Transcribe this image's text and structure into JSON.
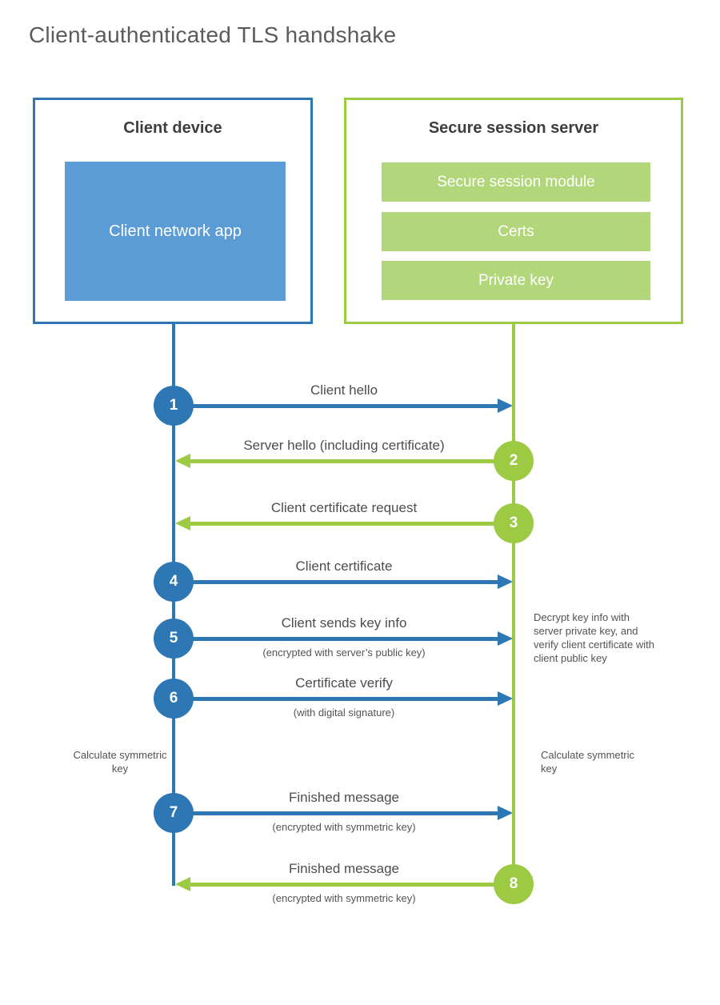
{
  "title": "Client-authenticated TLS handshake",
  "colors": {
    "blue": "#2e77b5",
    "blue_light": "#5b9cd6",
    "green": "#9cca42",
    "green_light": "#b2d67a",
    "heading_text": "#3d3e40",
    "label_text": "#4c4d4f"
  },
  "client": {
    "title": "Client device",
    "app": "Client network app"
  },
  "server": {
    "title": "Secure session server",
    "modules": [
      "Secure session module",
      "Certs",
      "Private key"
    ]
  },
  "messages": [
    {
      "num": "1",
      "from": "client",
      "to": "server",
      "label": "Client hello",
      "sub": ""
    },
    {
      "num": "2",
      "from": "server",
      "to": "client",
      "label": "Server hello (including certificate)",
      "sub": ""
    },
    {
      "num": "3",
      "from": "server",
      "to": "client",
      "label": "Client certificate request",
      "sub": ""
    },
    {
      "num": "4",
      "from": "client",
      "to": "server",
      "label": "Client certificate",
      "sub": ""
    },
    {
      "num": "5",
      "from": "client",
      "to": "server",
      "label": "Client sends key info",
      "sub": "(encrypted with server’s public key)"
    },
    {
      "num": "6",
      "from": "client",
      "to": "server",
      "label": "Certificate verify",
      "sub": "(with digital signature)"
    },
    {
      "num": "7",
      "from": "client",
      "to": "server",
      "label": "Finished message",
      "sub": "(encrypted with symmetric key)"
    },
    {
      "num": "8",
      "from": "server",
      "to": "client",
      "label": "Finished message",
      "sub": "(encrypted with symmetric key)"
    }
  ],
  "notes": {
    "decrypt_note": "Decrypt key info with server private key, and verify client certificate with client public key",
    "calc_key_left": "Calculate symmetric key",
    "calc_key_right": "Calculate symmetric key"
  }
}
